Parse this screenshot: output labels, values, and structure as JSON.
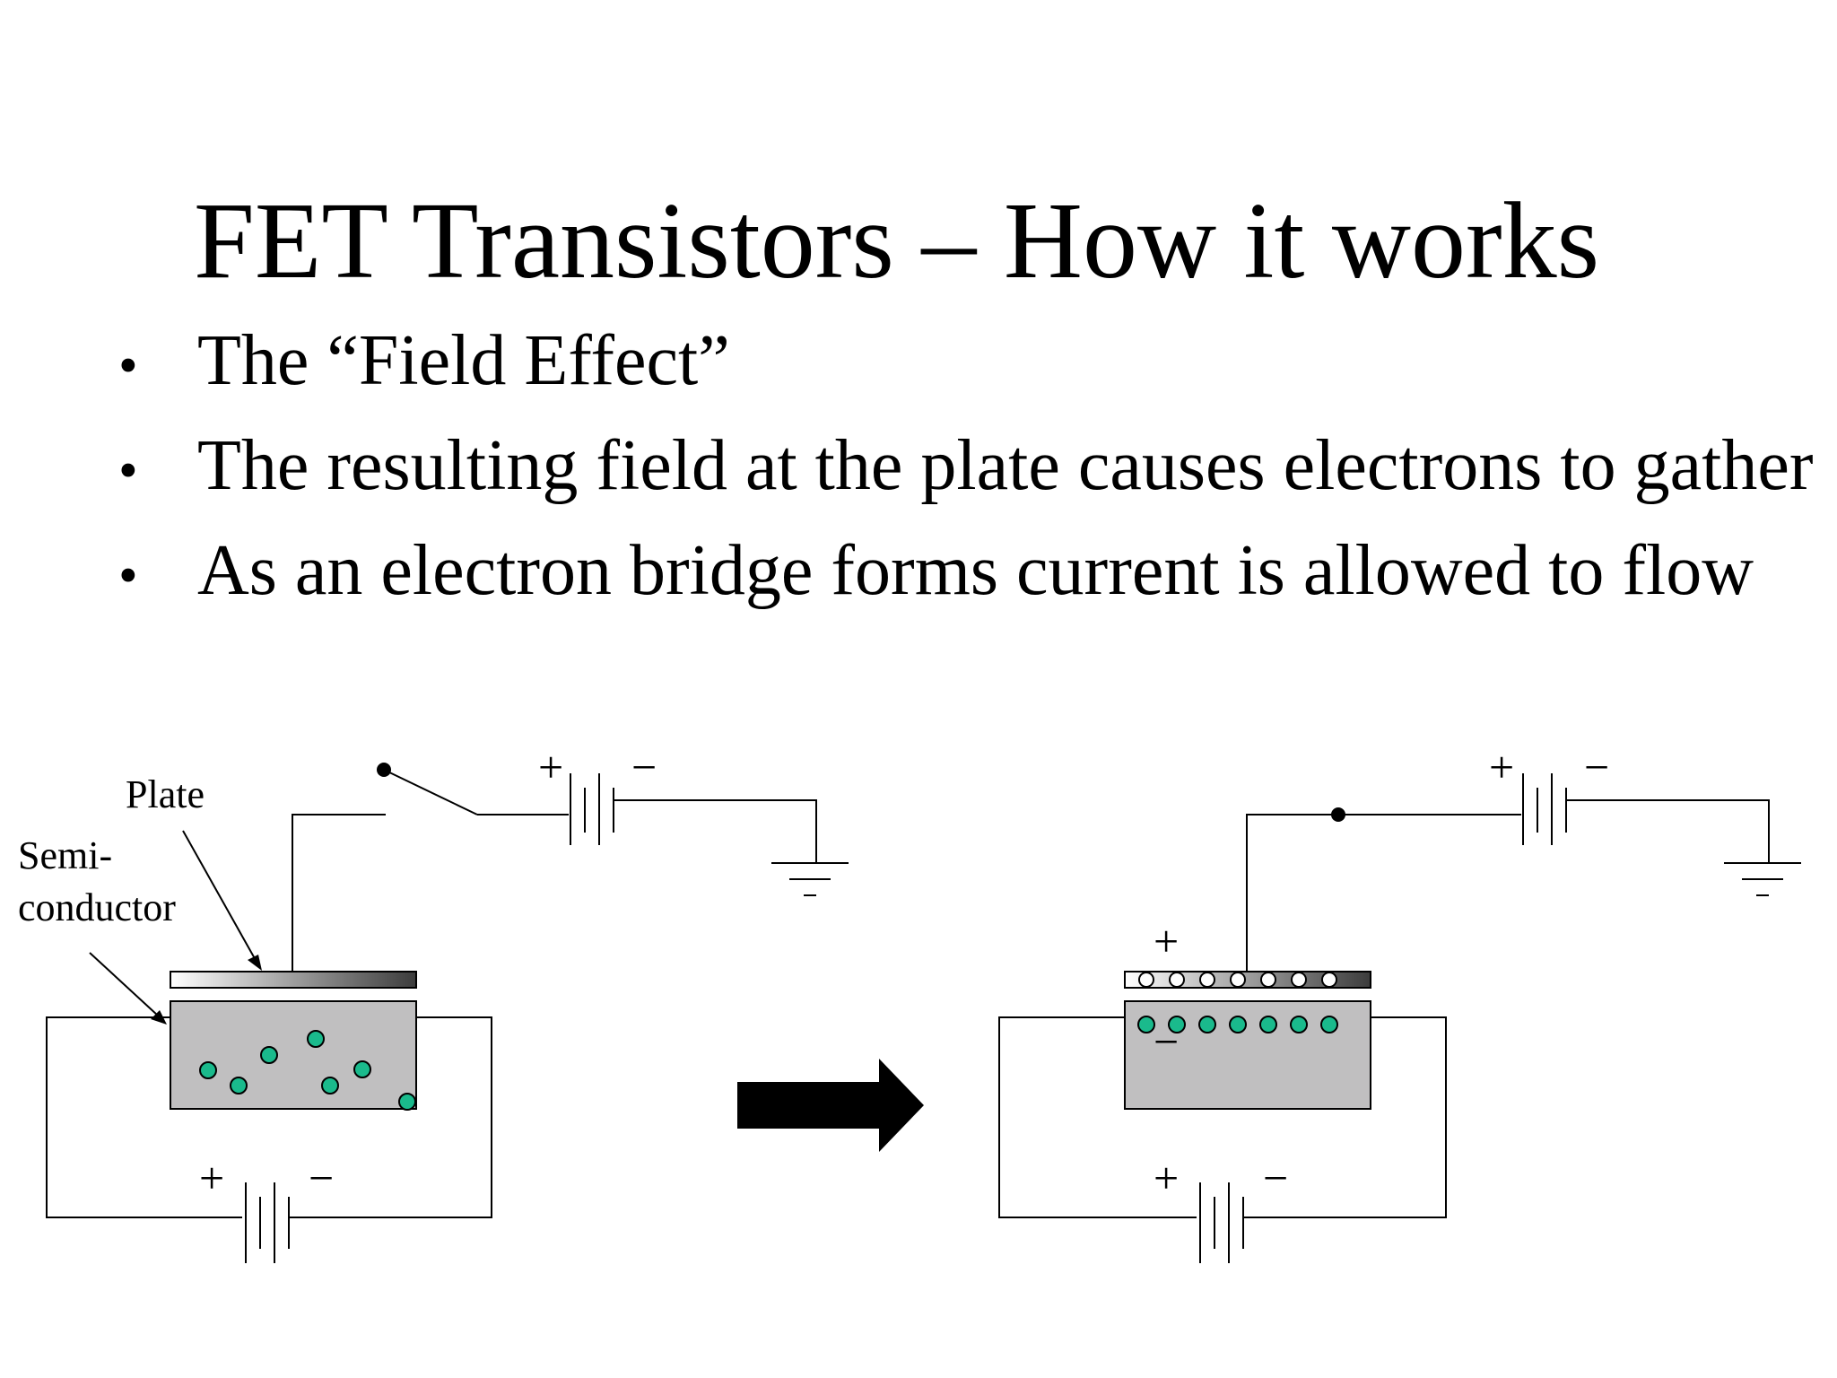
{
  "slide": {
    "title": "FET Transistors – How it works",
    "bullets": [
      "The “Field Effect”",
      "The resulting field at the plate causes electrons to gather",
      "As an electron bridge forms current is allowed to flow"
    ],
    "bullet_symbol": "•"
  },
  "diagram": {
    "labels": {
      "plate": "Plate",
      "semiconductor_line1": "Semi-",
      "semiconductor_line2": "conductor"
    },
    "battery_plus": "+",
    "battery_minus": "−",
    "charge_plus": "+",
    "charge_minus": "−",
    "colors": {
      "electron": "#1aba8c",
      "semiconductor": "#c0bfc0",
      "arrow": "#000000"
    },
    "left_state": {
      "switch": "open",
      "electron_count": 7
    },
    "right_state": {
      "switch": "closed",
      "electron_count": 7,
      "hole_count": 7
    }
  }
}
